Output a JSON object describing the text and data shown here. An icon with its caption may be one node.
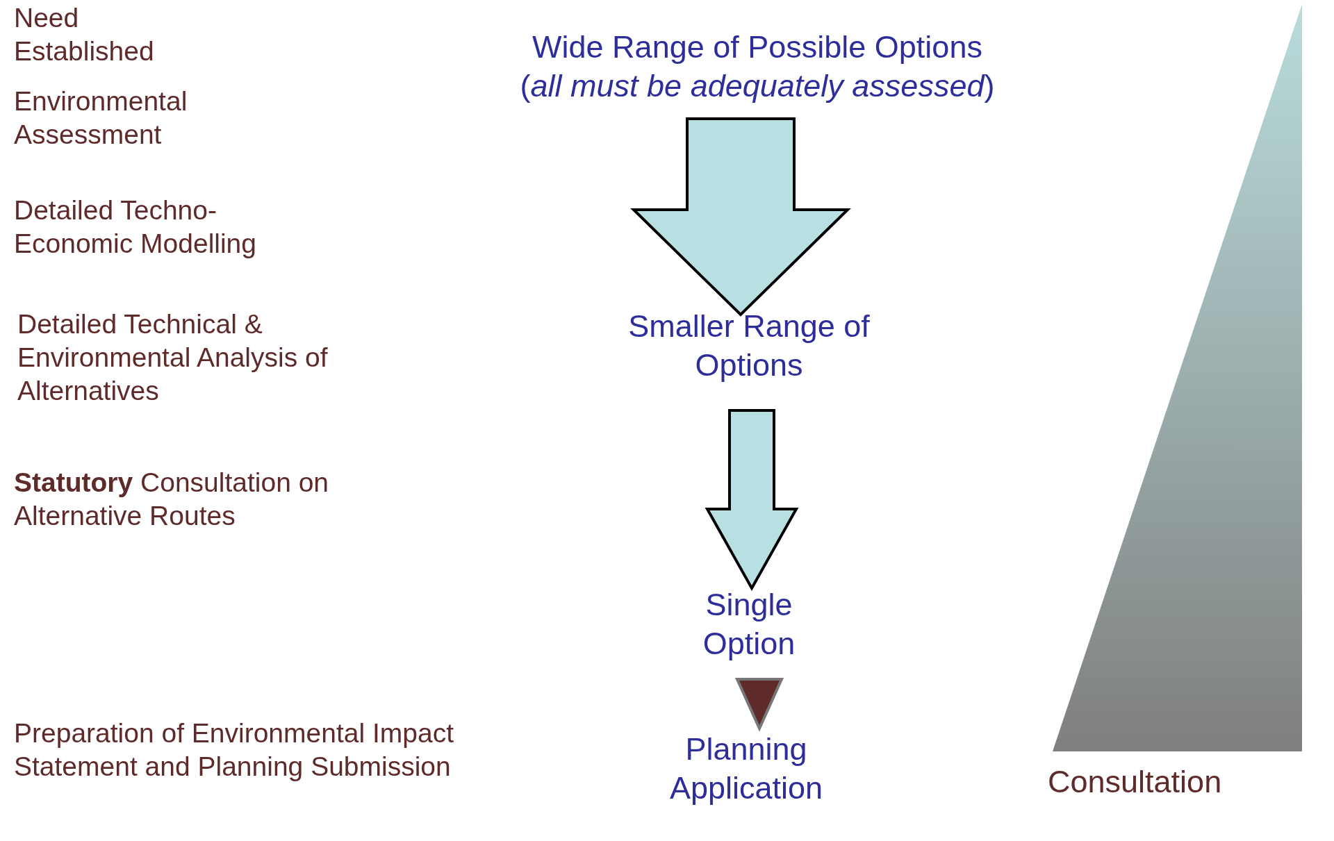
{
  "diagram": {
    "nodes": [
      {
        "text": [
          "Wide Range of Possible Options",
          "(*all must be adequately assessed*)"
        ]
      },
      {
        "text": [
          "Smaller Range of Options"
        ]
      },
      {
        "text": [
          "Single Option"
        ]
      },
      {
        "text": [
          "Planning Application"
        ]
      },
      {
        "text": [
          "Consultation"
        ]
      }
    ],
    "edges": [
      {
        "from": 0,
        "to": 1,
        "arrow": "to"
      },
      {
        "from": 1,
        "to": 2,
        "arrow": "to"
      },
      {
        "from": 2,
        "to": 3,
        "arrow": "to"
      }
    ],
    "labels": [
      "Need Established",
      "Environmental Assessment",
      "Detailed Techno-Economic Modelling",
      "Detailed Technical & Environmental Analysis of Alternatives",
      "**Statutory** Consultation on Alternative Routes",
      "Preparation of Environmental Impact Statement and Planning Submission"
    ]
  }
}
